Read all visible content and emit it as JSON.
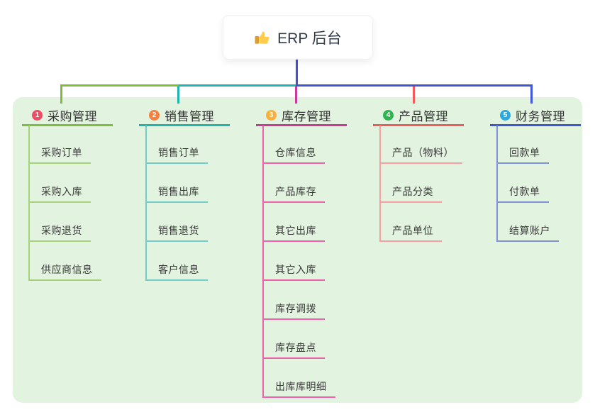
{
  "root": {
    "title": "ERP 后台",
    "icon": "thumbs-up",
    "stem_color": "#4254d3"
  },
  "bus": {
    "segments": [
      {
        "color": "#7ebd3f"
      },
      {
        "color": "#21b3af"
      },
      {
        "color": "#4254d3"
      }
    ]
  },
  "branches": [
    {
      "num": "1",
      "label": "采购管理",
      "badge_color": "#ee4d64",
      "line_color": "#7ebd3f",
      "child_line_color": "#a6d379",
      "children": [
        {
          "label": "采购订单"
        },
        {
          "label": "采购入库"
        },
        {
          "label": "采购退货"
        },
        {
          "label": "供应商信息"
        }
      ]
    },
    {
      "num": "2",
      "label": "销售管理",
      "badge_color": "#f5813f",
      "line_color": "#21b3af",
      "child_line_color": "#72cdc8",
      "children": [
        {
          "label": "销售订单"
        },
        {
          "label": "销售出库"
        },
        {
          "label": "销售退货"
        },
        {
          "label": "客户信息"
        }
      ]
    },
    {
      "num": "3",
      "label": "库存管理",
      "badge_color": "#fbb03b",
      "line_color": "#cb3a9b",
      "child_line_color": "#ee62a9",
      "children": [
        {
          "label": "仓库信息"
        },
        {
          "label": "产品库存"
        },
        {
          "label": "其它出库"
        },
        {
          "label": "其它入库"
        },
        {
          "label": "库存调拨"
        },
        {
          "label": "库存盘点"
        },
        {
          "label": "出库库明细"
        }
      ]
    },
    {
      "num": "4",
      "label": "产品管理",
      "badge_color": "#2eb552",
      "line_color": "#f15b5e",
      "child_line_color": "#f79fa0",
      "children": [
        {
          "label": "产品（物料）"
        },
        {
          "label": "产品分类"
        },
        {
          "label": "产品单位"
        }
      ]
    },
    {
      "num": "5",
      "label": "财务管理",
      "badge_color": "#2aa8e0",
      "line_color": "#3d57d8",
      "child_line_color": "#7f92d8",
      "children": [
        {
          "label": "回款单"
        },
        {
          "label": "付款单"
        },
        {
          "label": "结算账户"
        }
      ]
    }
  ]
}
